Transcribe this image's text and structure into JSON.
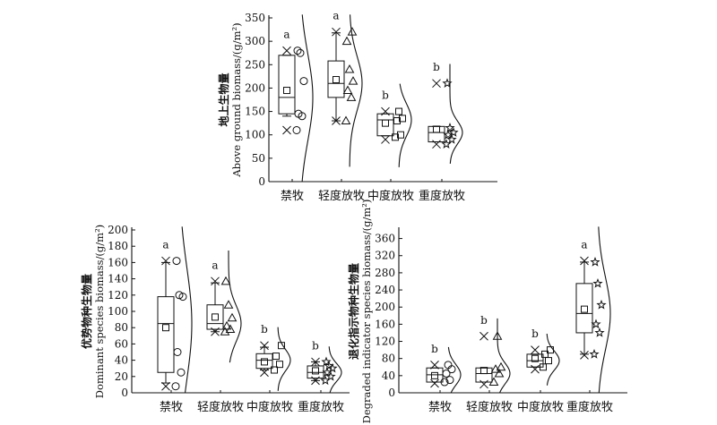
{
  "chart_data": [
    {
      "type": "box",
      "ylabel_cn": "地上生物量",
      "ylabel_en": "Above ground biomass/(g/m²)",
      "ylim": [
        0,
        350
      ],
      "yticks": [
        0,
        50,
        100,
        150,
        200,
        250,
        300,
        350
      ],
      "categories": [
        "禁牧",
        "轻度放牧",
        "中度放牧",
        "重度放牧"
      ],
      "markers": [
        "circle",
        "triangle",
        "square",
        "star"
      ],
      "groups": [
        {
          "letter": "a",
          "q1": 145,
          "median": 180,
          "q3": 270,
          "mean": 195,
          "wmin": 140,
          "wmax": 270,
          "min": 110,
          "max": 280,
          "points": [
            110,
            140,
            145,
            215,
            275,
            280
          ]
        },
        {
          "letter": "a",
          "q1": 180,
          "median": 210,
          "q3": 258,
          "mean": 218,
          "wmin": 130,
          "wmax": 318,
          "min": 130,
          "max": 320,
          "points": [
            130,
            180,
            195,
            215,
            240,
            300,
            320
          ]
        },
        {
          "letter": "b",
          "q1": 98,
          "median": 132,
          "q3": 145,
          "mean": 125,
          "wmin": 98,
          "wmax": 145,
          "min": 90,
          "max": 150,
          "points": [
            95,
            100,
            130,
            135,
            150
          ]
        },
        {
          "letter": "b",
          "q1": 85,
          "median": 105,
          "q3": 118,
          "mean": 112,
          "wmin": 85,
          "wmax": 118,
          "min": 80,
          "max": 210,
          "points": [
            80,
            90,
            100,
            105,
            115,
            210
          ]
        }
      ]
    },
    {
      "type": "box",
      "ylabel_cn": "优势物种生物量",
      "ylabel_en": "Dominant species biomass/(g/m²)",
      "ylim": [
        0,
        200
      ],
      "yticks": [
        0,
        20,
        40,
        60,
        80,
        100,
        120,
        140,
        160,
        180,
        200
      ],
      "categories": [
        "禁牧",
        "轻度放牧",
        "中度放牧",
        "重度放牧"
      ],
      "markers": [
        "circle",
        "triangle",
        "square",
        "star"
      ],
      "groups": [
        {
          "letter": "a",
          "q1": 25,
          "median": 85,
          "q3": 118,
          "mean": 80,
          "wmin": 12,
          "wmax": 160,
          "min": 8,
          "max": 162,
          "points": [
            8,
            25,
            50,
            118,
            120,
            162
          ]
        },
        {
          "letter": "a",
          "q1": 78,
          "median": 85,
          "q3": 108,
          "mean": 93,
          "wmin": 75,
          "wmax": 135,
          "min": 75,
          "max": 137,
          "points": [
            75,
            78,
            82,
            92,
            108,
            137
          ]
        },
        {
          "letter": "b",
          "q1": 30,
          "median": 40,
          "q3": 48,
          "mean": 38,
          "wmin": 28,
          "wmax": 56,
          "min": 25,
          "max": 58,
          "points": [
            28,
            35,
            45,
            58
          ]
        },
        {
          "letter": "b",
          "q1": 18,
          "median": 25,
          "q3": 33,
          "mean": 27,
          "wmin": 15,
          "wmax": 38,
          "min": 15,
          "max": 38,
          "points": [
            15,
            20,
            25,
            30,
            33,
            38
          ]
        }
      ]
    },
    {
      "type": "box",
      "ylabel_cn": "退化指示物种生物量",
      "ylabel_en": "Degraded indicator species biomass/(g/m²)",
      "ylim": [
        0,
        380
      ],
      "yticks": [
        0,
        40,
        80,
        120,
        160,
        200,
        240,
        280,
        320,
        360
      ],
      "categories": [
        "禁牧",
        "轻度放牧",
        "中度放牧",
        "重度放牧"
      ],
      "markers": [
        "circle",
        "triangle",
        "square",
        "star"
      ],
      "groups": [
        {
          "letter": "b",
          "q1": 25,
          "median": 42,
          "q3": 58,
          "mean": 40,
          "wmin": 25,
          "wmax": 58,
          "min": 22,
          "max": 65,
          "points": [
            25,
            30,
            45,
            55,
            65
          ]
        },
        {
          "letter": "b",
          "q1": 25,
          "median": 45,
          "q3": 58,
          "mean": 52,
          "wmin": 25,
          "wmax": 58,
          "min": 20,
          "max": 132,
          "points": [
            25,
            45,
            55,
            60,
            132
          ]
        },
        {
          "letter": "b",
          "q1": 60,
          "median": 75,
          "q3": 90,
          "mean": 80,
          "wmin": 60,
          "wmax": 90,
          "min": 55,
          "max": 100,
          "points": [
            60,
            75,
            90,
            100
          ]
        },
        {
          "letter": "a",
          "q1": 140,
          "median": 185,
          "q3": 255,
          "mean": 195,
          "wmin": 90,
          "wmax": 305,
          "min": 88,
          "max": 308,
          "points": [
            90,
            140,
            160,
            205,
            255,
            305
          ]
        }
      ]
    }
  ]
}
